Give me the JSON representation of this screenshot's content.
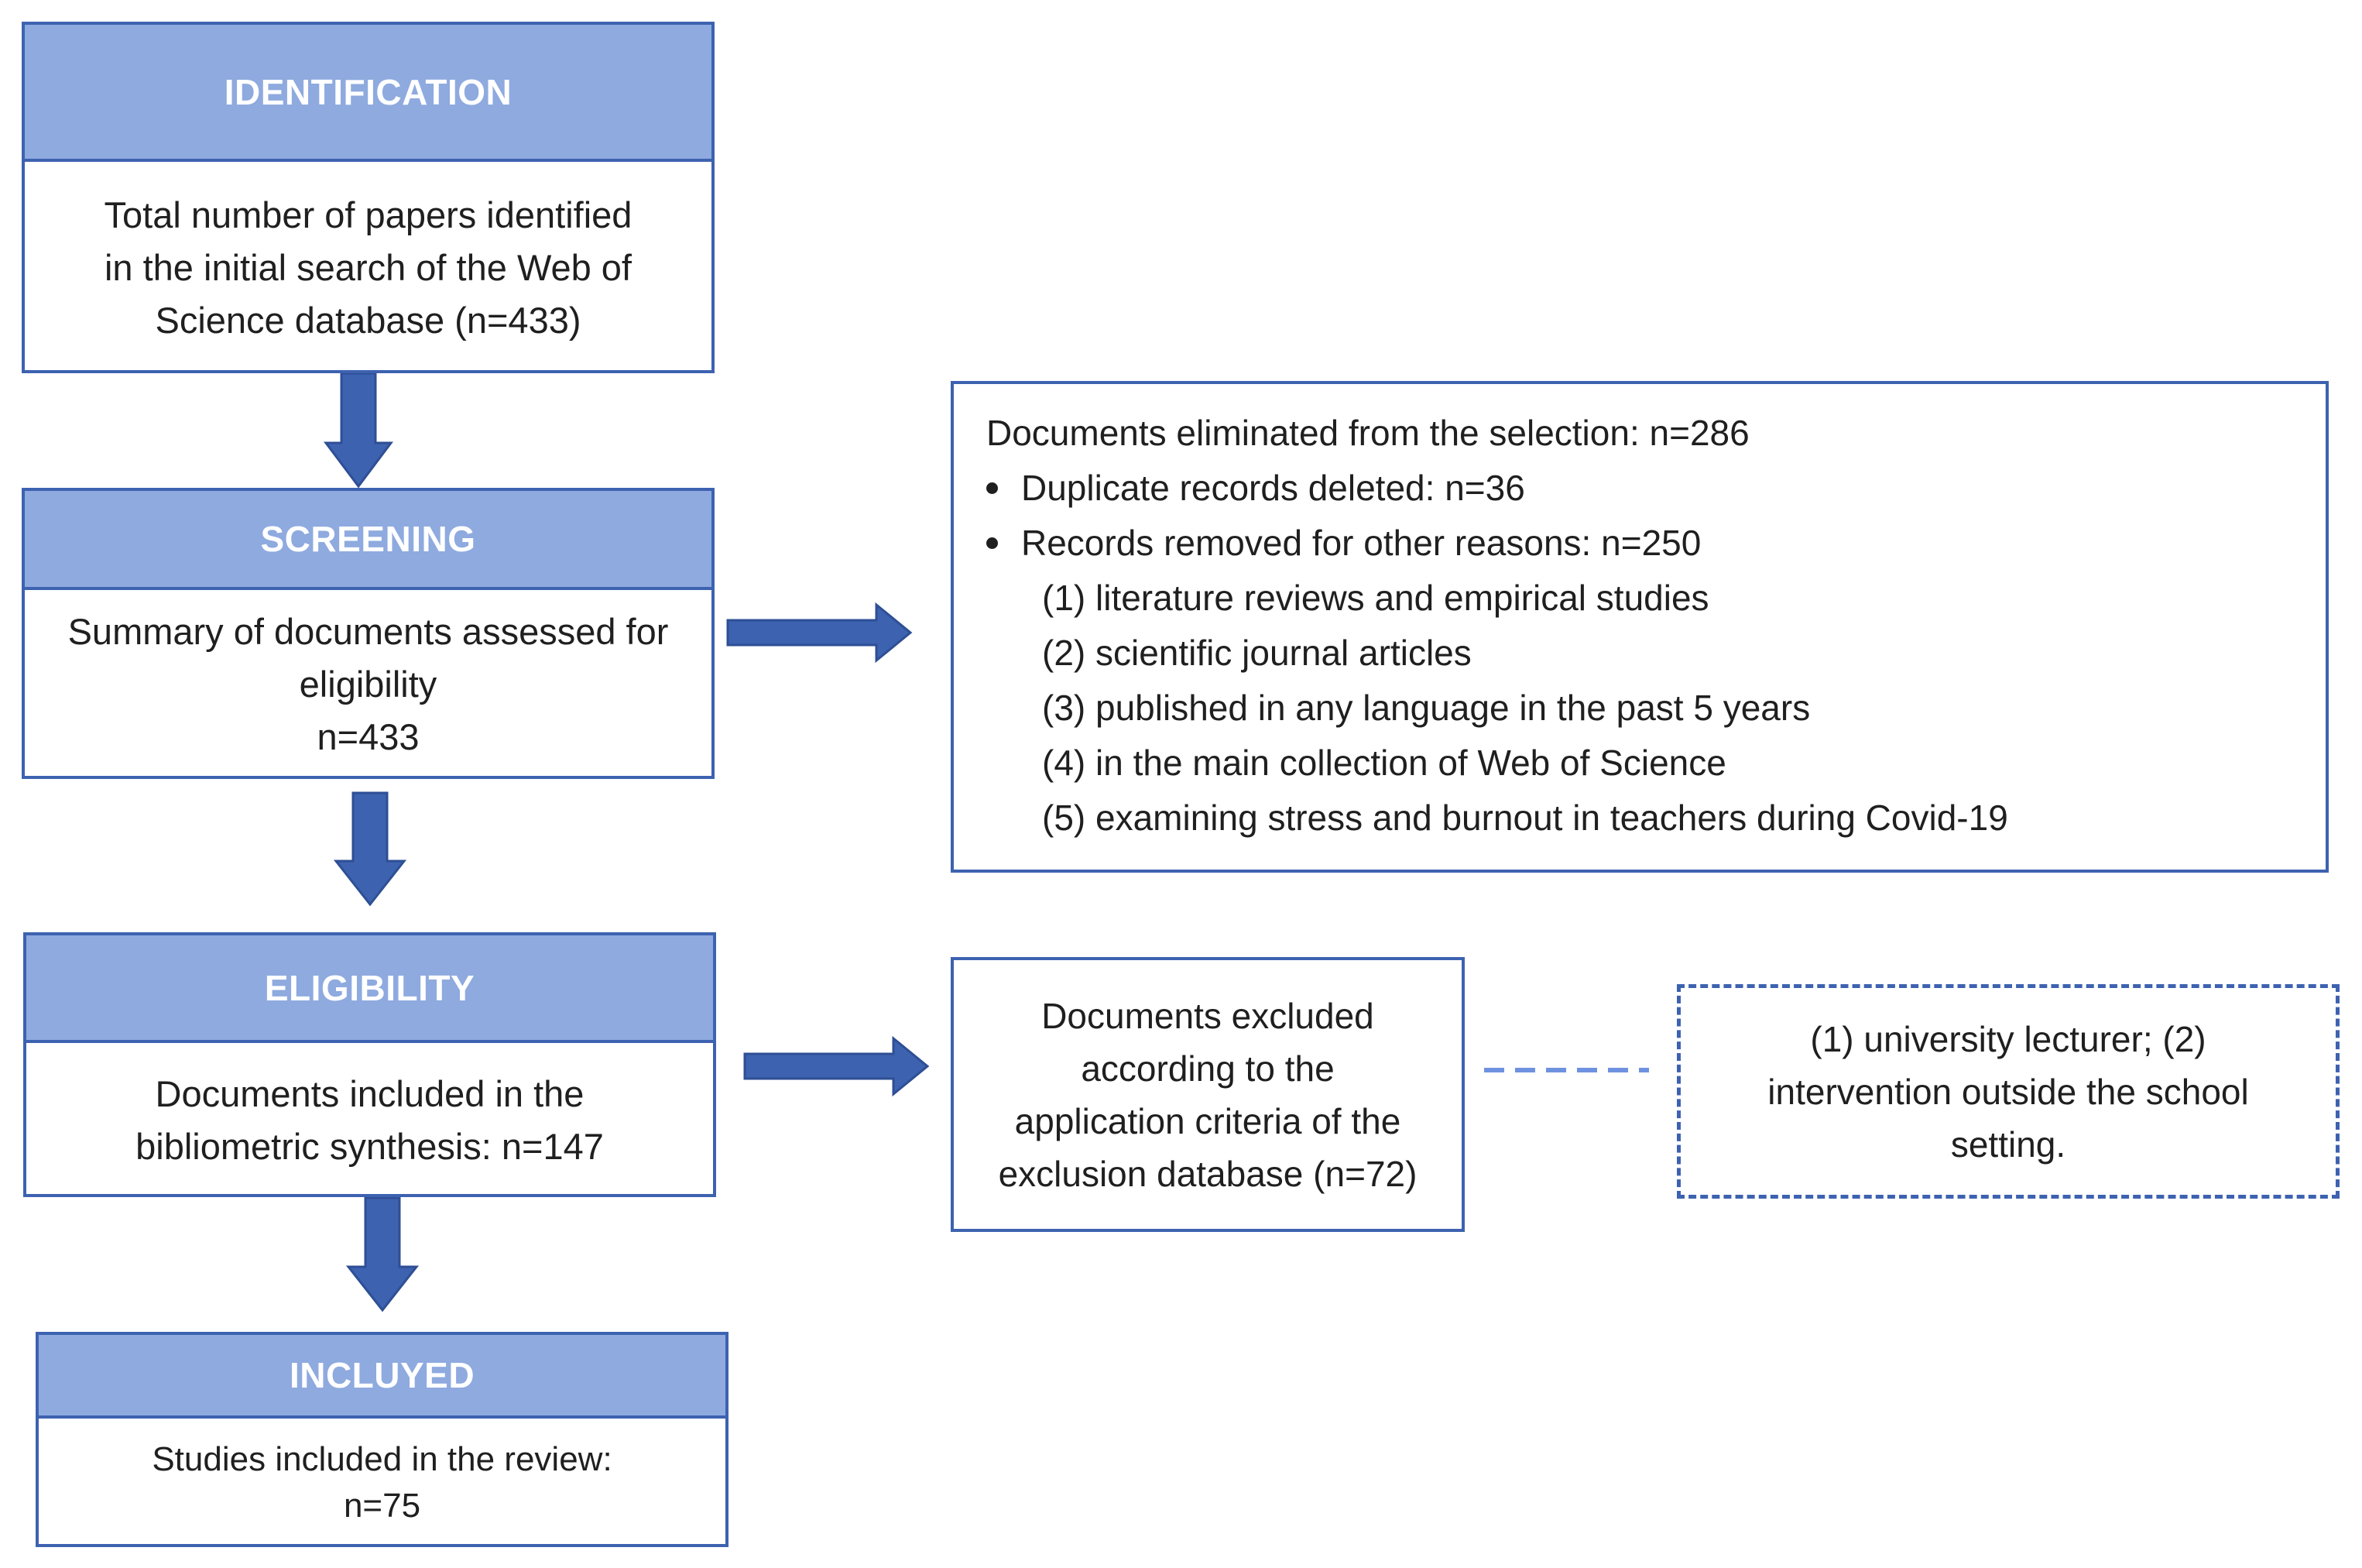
{
  "stages": [
    {
      "header": "IDENTIFICATION",
      "lines": [
        "Total number of papers identified",
        "in the initial search of the Web of",
        "Science database (n=433)"
      ]
    },
    {
      "header": "SCREENING",
      "lines": [
        "Summary of documents assessed for",
        "eligibility",
        "n=433"
      ]
    },
    {
      "header": "ELIGIBILITY",
      "lines": [
        "Documents included in the",
        "bibliometric synthesis: n=147"
      ]
    },
    {
      "header": "INCLUYED",
      "lines": [
        "Studies included in the review:",
        "n=75"
      ]
    }
  ],
  "eliminated": {
    "title": "Documents eliminated from the selection: n=286",
    "bullets": [
      "Duplicate records deleted: n=36",
      "Records removed for other reasons: n=250"
    ],
    "reasons": [
      "(1) literature reviews and empirical studies",
      "(2) scientific journal articles",
      "(3) published in any language in the past 5 years",
      "(4) in the main collection of Web of Science",
      "(5) examining stress and burnout in teachers during Covid-19"
    ]
  },
  "excluded": {
    "lines": [
      "Documents excluded",
      "according to the",
      "application criteria of the",
      "exclusion database (n=72)"
    ]
  },
  "exclusion_notes": {
    "lines": [
      "(1) university lecturer; (2)",
      "intervention outside the school",
      "setting."
    ]
  },
  "colors": {
    "header_fill": "#8eaadf",
    "border": "#3d62b0",
    "arrow": "#3d62b0",
    "connector": "#6f92e0"
  }
}
